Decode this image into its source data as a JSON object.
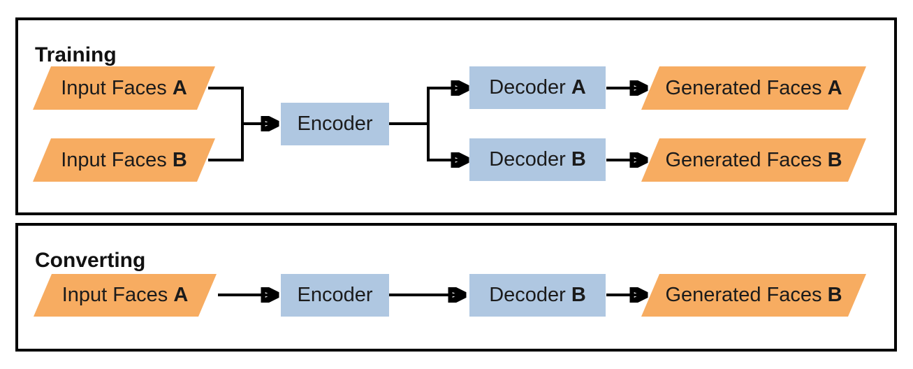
{
  "panels": {
    "training": {
      "title": "Training",
      "nodes": {
        "input_a": {
          "text": "Input Faces ",
          "bold": "A"
        },
        "input_b": {
          "text": "Input Faces ",
          "bold": "B"
        },
        "encoder": {
          "text": "Encoder",
          "bold": ""
        },
        "decoder_a": {
          "text": "Decoder ",
          "bold": "A"
        },
        "decoder_b": {
          "text": "Decoder ",
          "bold": "B"
        },
        "generated_a": {
          "text": "Generated Faces ",
          "bold": "A"
        },
        "generated_b": {
          "text": "Generated Faces ",
          "bold": "B"
        }
      }
    },
    "converting": {
      "title": "Converting",
      "nodes": {
        "input_a": {
          "text": "Input Faces ",
          "bold": "A"
        },
        "encoder": {
          "text": "Encoder",
          "bold": ""
        },
        "decoder_b": {
          "text": "Decoder ",
          "bold": "B"
        },
        "generated_b": {
          "text": "Generated Faces ",
          "bold": "B"
        }
      }
    }
  },
  "colors": {
    "io_shape": "#F7AC61",
    "process_shape": "#AFC7E1",
    "line": "#000000",
    "text": "#1b1b1b",
    "panel_border": "#000000",
    "background": "#ffffff"
  }
}
